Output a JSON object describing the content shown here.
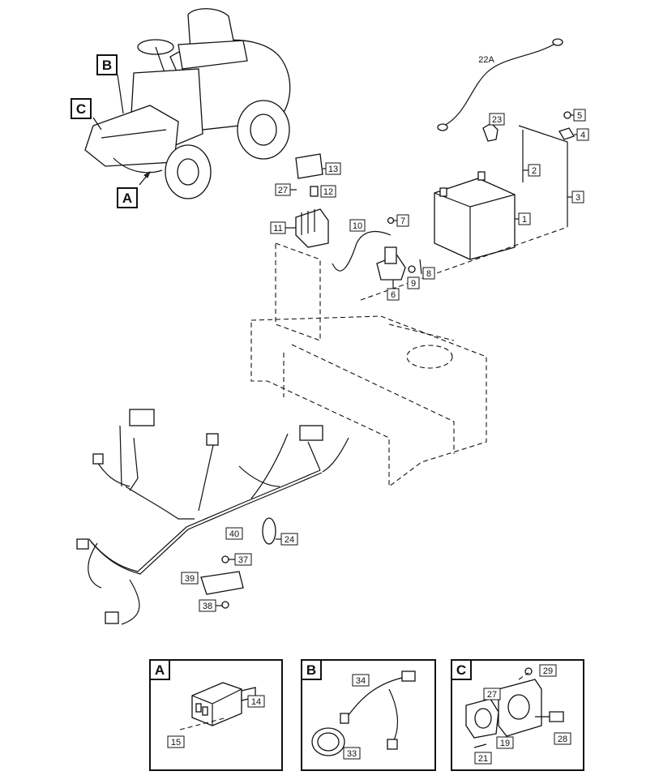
{
  "diagram": {
    "callout_letters": [
      "A",
      "B",
      "C"
    ],
    "part_labels": {
      "p1": "1",
      "p2": "2",
      "p3": "3",
      "p4": "4",
      "p5": "5",
      "p6": "6",
      "p7": "7",
      "p8": "8",
      "p9": "9",
      "p10": "10",
      "p11": "11",
      "p12": "12",
      "p13": "13",
      "p22a": "22A",
      "p23": "23",
      "p24": "24",
      "p27": "27",
      "p37": "37",
      "p38": "38",
      "p39": "39",
      "p40": "40"
    },
    "inset_a": {
      "letter": "A",
      "labels": {
        "p14": "14",
        "p15": "15"
      }
    },
    "inset_b": {
      "letter": "B",
      "labels": {
        "p33": "33",
        "p34": "34"
      }
    },
    "inset_c": {
      "letter": "C",
      "labels": {
        "p19": "19",
        "p21": "21",
        "p27": "27",
        "p28": "28",
        "p29": "29"
      }
    }
  }
}
